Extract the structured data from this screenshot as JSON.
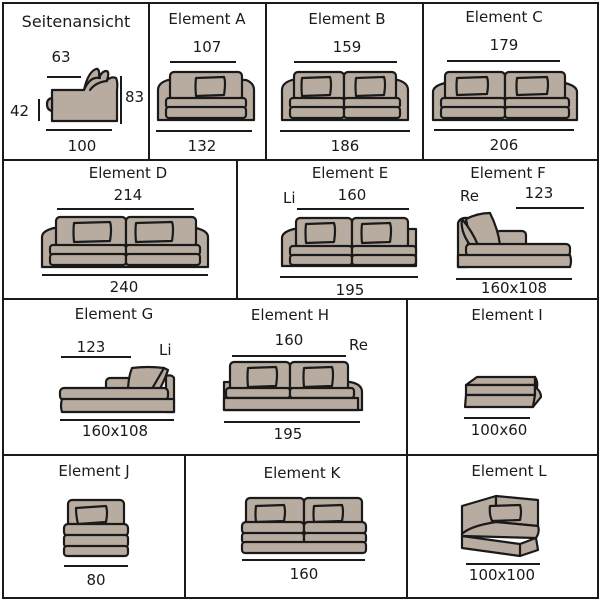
{
  "colors": {
    "sofa_fill": "#b8aca0",
    "outline": "#1a1a1a",
    "background": "#ffffff"
  },
  "cells": {
    "side": {
      "title": "Seitenansicht",
      "seat_depth": "63",
      "seat_height": "42",
      "total_height": "83",
      "depth": "100",
      "icon": "sofa-side-view-icon"
    },
    "a": {
      "title": "Element A",
      "inner": "107",
      "outer": "132",
      "icon": "two-seat-sofa-icon"
    },
    "b": {
      "title": "Element B",
      "inner": "159",
      "outer": "186",
      "icon": "three-seat-sofa-icon"
    },
    "c": {
      "title": "Element C",
      "inner": "179",
      "outer": "206",
      "icon": "three-seat-sofa-icon"
    },
    "d": {
      "title": "Element D",
      "inner": "214",
      "outer": "240",
      "icon": "large-sofa-icon"
    },
    "e": {
      "title": "Element E",
      "side": "Li",
      "inner": "160",
      "outer": "195",
      "icon": "sofa-left-arm-icon"
    },
    "f": {
      "title": "Element F",
      "side": "Re",
      "inner": "123",
      "outer": "160x108",
      "icon": "chaise-right-icon"
    },
    "g": {
      "title": "Element G",
      "side": "Li",
      "inner": "123",
      "outer": "160x108",
      "icon": "chaise-left-icon"
    },
    "h": {
      "title": "Element H",
      "side": "Re",
      "inner": "160",
      "outer": "195",
      "icon": "sofa-right-arm-icon"
    },
    "i": {
      "title": "Element I",
      "outer": "100x60",
      "icon": "ottoman-icon"
    },
    "j": {
      "title": "Element J",
      "outer": "80",
      "icon": "single-seat-module-icon"
    },
    "k": {
      "title": "Element K",
      "outer": "160",
      "icon": "double-seat-module-icon"
    },
    "l": {
      "title": "Element L",
      "outer": "100x100",
      "icon": "corner-module-icon"
    }
  }
}
